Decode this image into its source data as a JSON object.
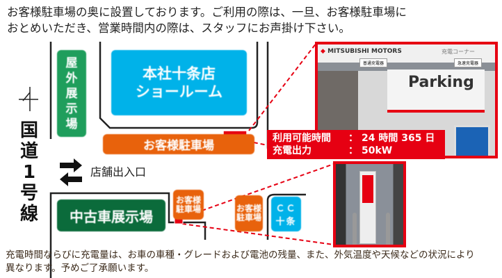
{
  "intro": {
    "line1": "お客様駐車場の奥に設置しております。ご利用の際は、一旦、お客様駐車場に",
    "line2": "おとめいただき、営業時間内の際は、スタッフにお声掛け下さい。"
  },
  "map": {
    "outdoor_display": [
      "屋",
      "外",
      "展",
      "示",
      "場"
    ],
    "showroom": {
      "line1": "本社十条店",
      "line2": "ショールーム"
    },
    "customer_parking": "お客様駐車場",
    "small_parking": {
      "line1": "お客様",
      "line2": "駐車場"
    },
    "used_car": "中古車展示場",
    "cc": "ＣＣ十条",
    "road": [
      "国",
      "道",
      "1",
      "号",
      "線"
    ],
    "entrance": "店舗出入口",
    "colors": {
      "green": "#1f9e5c",
      "blue": "#00b2e9",
      "orange": "#e8620c",
      "dark_green": "#0b6b3b",
      "red": "#e60012"
    }
  },
  "photo1": {
    "brand": "MITSUBISHI MOTORS",
    "corner": "充電コーナー",
    "sign_left": "普通充電器",
    "sign_right": "急速充電器",
    "parking": "Parking"
  },
  "info": {
    "hours_label": "利用可能時間",
    "hours_value": "24 時間 365 日",
    "output_label": "充電出力",
    "output_value": "50kW",
    "sep": "："
  },
  "note": {
    "line1": "充電時間ならびに充電量は、お車の車種・グレードおよび電池の残量、また、外気温度や天候などの状況により",
    "line2": "異なります。予めご了承願います。"
  }
}
